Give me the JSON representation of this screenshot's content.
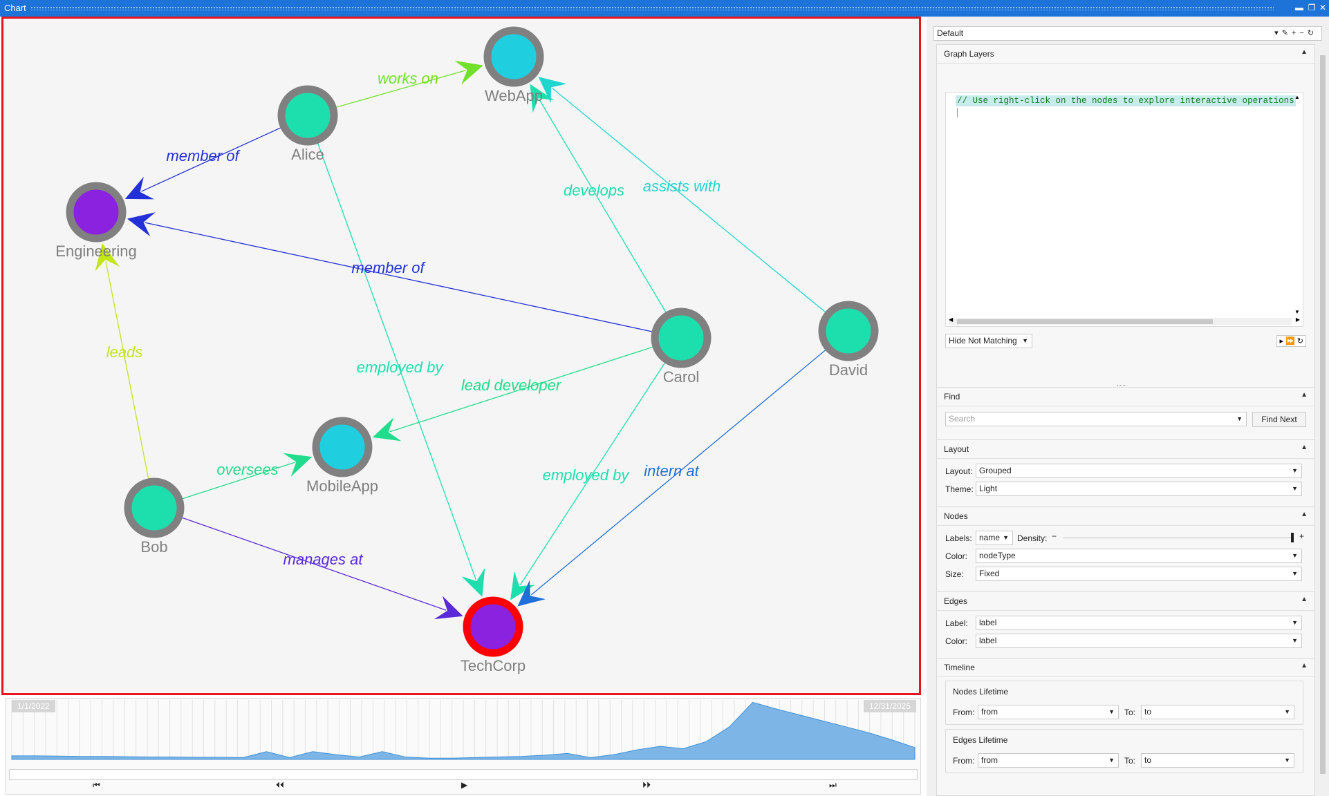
{
  "window": {
    "title": "Chart"
  },
  "graph": {
    "nodes": [
      {
        "id": "WebApp",
        "label": "WebApp",
        "type": "app",
        "fill": "#1fcfe0",
        "ring": "#808080"
      },
      {
        "id": "Alice",
        "label": "Alice",
        "type": "person",
        "fill": "#1ddfae",
        "ring": "#808080"
      },
      {
        "id": "Engineering",
        "label": "Engineering",
        "type": "org",
        "fill": "#8a22e0",
        "ring": "#808080"
      },
      {
        "id": "Carol",
        "label": "Carol",
        "type": "person",
        "fill": "#1ddfae",
        "ring": "#808080"
      },
      {
        "id": "David",
        "label": "David",
        "type": "person",
        "fill": "#1ddfae",
        "ring": "#808080"
      },
      {
        "id": "MobileApp",
        "label": "MobileApp",
        "type": "app",
        "fill": "#1fcfe0",
        "ring": "#808080"
      },
      {
        "id": "Bob",
        "label": "Bob",
        "type": "person",
        "fill": "#1ddfae",
        "ring": "#808080"
      },
      {
        "id": "TechCorp",
        "label": "TechCorp",
        "type": "org",
        "fill": "#8a22e0",
        "ring": "#ff0000",
        "selected": true
      }
    ],
    "edges": [
      {
        "from": "Alice",
        "to": "WebApp",
        "label": "works on",
        "color": "#72e02a"
      },
      {
        "from": "Alice",
        "to": "Engineering",
        "label": "member of",
        "color": "#2330d8"
      },
      {
        "from": "Carol",
        "to": "Engineering",
        "label": "member of",
        "color": "#2330d8"
      },
      {
        "from": "Carol",
        "to": "WebApp",
        "label": "develops",
        "color": "#1ddfae"
      },
      {
        "from": "David",
        "to": "WebApp",
        "label": "assists with",
        "color": "#1fd6cf"
      },
      {
        "from": "Bob",
        "to": "Engineering",
        "label": "leads",
        "color": "#c3e617"
      },
      {
        "from": "Alice",
        "to": "TechCorp",
        "label": "employed by",
        "color": "#1ddfae"
      },
      {
        "from": "Carol",
        "to": "MobileApp",
        "label": "lead developer",
        "color": "#21dc8c"
      },
      {
        "from": "Carol",
        "to": "TechCorp",
        "label": "employed by",
        "color": "#1ddfae"
      },
      {
        "from": "David",
        "to": "TechCorp",
        "label": "intern at",
        "color": "#1f6fd8"
      },
      {
        "from": "Bob",
        "to": "MobileApp",
        "label": "oversees",
        "color": "#21dc8c"
      },
      {
        "from": "Bob",
        "to": "TechCorp",
        "label": "manages at",
        "color": "#5a2ad8"
      }
    ]
  },
  "timeline": {
    "start_label": "1/1/2022",
    "end_label": "12/31/2025",
    "activity": [
      0.06,
      0.06,
      0.055,
      0.05,
      0.05,
      0.045,
      0.04,
      0.04,
      0.035,
      0.035,
      0.03,
      0.13,
      0.03,
      0.13,
      0.08,
      0.04,
      0.13,
      0.04,
      0.02,
      0.02,
      0.03,
      0.04,
      0.05,
      0.07,
      0.1,
      0.03,
      0.08,
      0.16,
      0.22,
      0.18,
      0.3,
      0.55,
      0.96,
      0.85,
      0.75,
      0.65,
      0.55,
      0.45,
      0.33,
      0.2
    ],
    "controls": {
      "first": "⏮",
      "prev": "⏴⏴",
      "play": "▶",
      "next": "⏵⏵",
      "last": "⏭"
    }
  },
  "sidebar": {
    "preset": {
      "value": "Default",
      "icons": [
        "▾",
        "✎",
        "+",
        "−",
        "↻"
      ]
    },
    "graph_layers": {
      "title": "Graph Layers",
      "code": "// Use right-click on the nodes to explore interactive operations",
      "filter_mode": "Hide Not Matching",
      "run_icons": "▸ ⏩ ↻"
    },
    "find": {
      "title": "Find",
      "placeholder": "Search",
      "button": "Find Next"
    },
    "layout": {
      "title": "Layout",
      "layout_label": "Layout:",
      "layout_value": "Grouped",
      "theme_label": "Theme:",
      "theme_value": "Light"
    },
    "nodes": {
      "title": "Nodes",
      "labels_label": "Labels:",
      "labels_value": "name",
      "density_label": "Density:",
      "density_level": 1.0,
      "color_label": "Color:",
      "color_value": "nodeType",
      "size_label": "Size:",
      "size_value": "Fixed"
    },
    "edges": {
      "title": "Edges",
      "label_label": "Label:",
      "label_value": "label",
      "color_label": "Color:",
      "color_value": "label"
    },
    "timeline": {
      "title": "Timeline",
      "nodes_lifetime": {
        "title": "Nodes Lifetime",
        "from_label": "From:",
        "from_value": "from",
        "to_label": "To:",
        "to_value": "to"
      },
      "edges_lifetime": {
        "title": "Edges Lifetime",
        "from_label": "From:",
        "from_value": "from",
        "to_label": "To:",
        "to_value": "to"
      }
    },
    "accent_color": "#1e73d8"
  }
}
